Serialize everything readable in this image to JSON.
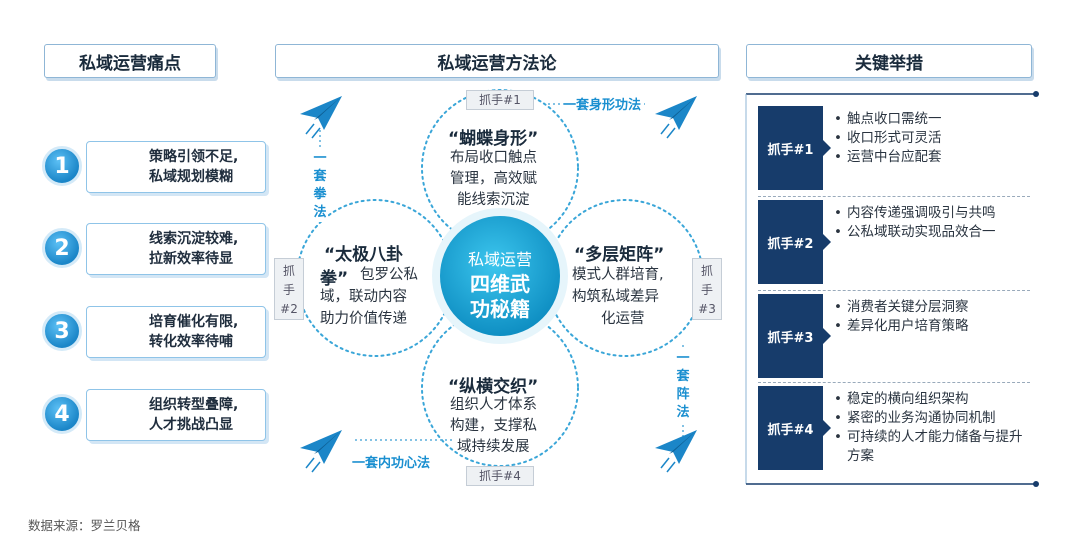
{
  "headers": {
    "pain": "私域运营痛点",
    "method": "私域运营方法论",
    "actions": "关键举措"
  },
  "pain_points": [
    {
      "num": "1",
      "line1": "策略引领不足,",
      "line2": "私域规划模糊"
    },
    {
      "num": "2",
      "line1": "线索沉淀较难,",
      "line2": "拉新效率待显"
    },
    {
      "num": "3",
      "line1": "培育催化有限,",
      "line2": "转化效率待哺"
    },
    {
      "num": "4",
      "line1": "组织转型叠障,",
      "line2": "人才挑战凸显"
    }
  ],
  "center": {
    "line1": "私域运营",
    "line2": "四维武",
    "line3": "功秘籍"
  },
  "petals": {
    "top": {
      "grab": "抓手#1",
      "title": "“蝴蝶身形”",
      "l1": "布局收口触点",
      "l2": "管理，高效赋",
      "l3": "能线索沉淀"
    },
    "left": {
      "grab_a": "抓",
      "grab_b": "手",
      "grab_c": "#2",
      "title_a": "“太极八卦",
      "title_b": "拳”",
      "l1_rest": "包罗公私",
      "l2": "域，联动内容",
      "l3": "助力价值传递"
    },
    "right": {
      "grab_a": "抓",
      "grab_b": "手",
      "grab_c": "#3",
      "title": "“多层矩阵”",
      "l1": "模式人群培育,",
      "l2": "构筑私域差异",
      "l3": "化运营"
    },
    "bottom": {
      "grab": "抓手#4",
      "title": "“纵横交织”",
      "l1": "组织人才体系",
      "l2": "构建，支撑私",
      "l3": "域持续发展"
    }
  },
  "method_labels": {
    "top_right": "一套身形功法",
    "left_v": [
      "一",
      "套",
      "拳",
      "法"
    ],
    "right_v": [
      "一",
      "套",
      "阵",
      "法"
    ],
    "bottom_left": "一套内功心法"
  },
  "actions": [
    {
      "tag": "抓手#1",
      "items": [
        "触点收口需统一",
        "收口形式可灵活",
        "运营中台应配套"
      ]
    },
    {
      "tag": "抓手#2",
      "items": [
        "内容传递强调吸引与共鸣",
        "公私域联动实现品效合一"
      ]
    },
    {
      "tag": "抓手#3",
      "items": [
        "消费者关键分层洞察",
        "差异化用户培育策略"
      ]
    },
    {
      "tag": "抓手#4",
      "items": [
        "稳定的横向组织架构",
        "紧密的业务沟通协同机制",
        "可持续的人才能力储备与提升方案"
      ]
    }
  ],
  "source": "数据来源：罗兰贝格",
  "colors": {
    "accent": "#1a8fd0",
    "navy": "#173c6b",
    "circle": "#19a7d6"
  },
  "icons": [
    "paper-plane-icon"
  ]
}
